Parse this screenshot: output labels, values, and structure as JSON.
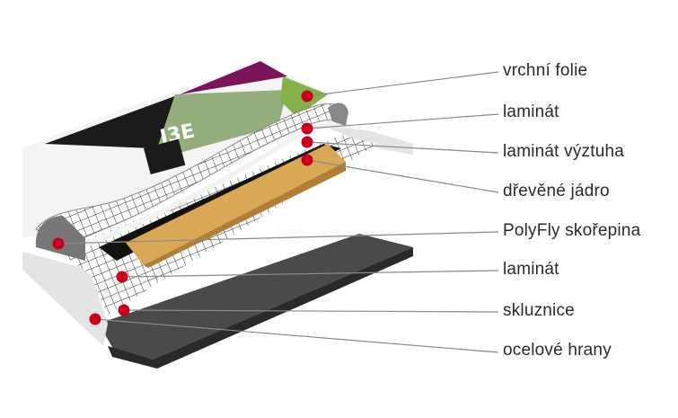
{
  "diagram": {
    "layers": [
      {
        "label": "vrchní folie"
      },
      {
        "label": "laminát"
      },
      {
        "label": "laminát výztuha"
      },
      {
        "label": "dřevěné jádro"
      },
      {
        "label": "PolyFly skořepina"
      },
      {
        "label": "laminát"
      },
      {
        "label": "skluznice"
      },
      {
        "label": "ocelové hrany"
      }
    ],
    "colors": {
      "marker": "#c8001e",
      "line": "#8a8a8a",
      "wood": "#d9a857",
      "base": "#4a4a4a",
      "purple": "#7b1458",
      "green": "#8fb070"
    }
  }
}
